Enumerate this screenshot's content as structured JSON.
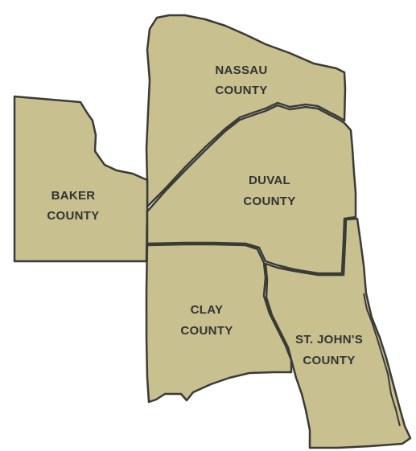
{
  "map": {
    "fill_color": "#c8c08e",
    "border_color": "#3a3a36",
    "label_color": "#333333",
    "background_color": "#ffffff"
  },
  "counties": {
    "nassau": {
      "line1": "NASSAU",
      "line2": "COUNTY"
    },
    "baker": {
      "line1": "BAKER",
      "line2": "COUNTY"
    },
    "duval": {
      "line1": "DUVAL",
      "line2": "COUNTY"
    },
    "clay": {
      "line1": "CLAY",
      "line2": "COUNTY"
    },
    "stjohns": {
      "line1": "ST. JOHN'S",
      "line2": "COUNTY"
    }
  }
}
